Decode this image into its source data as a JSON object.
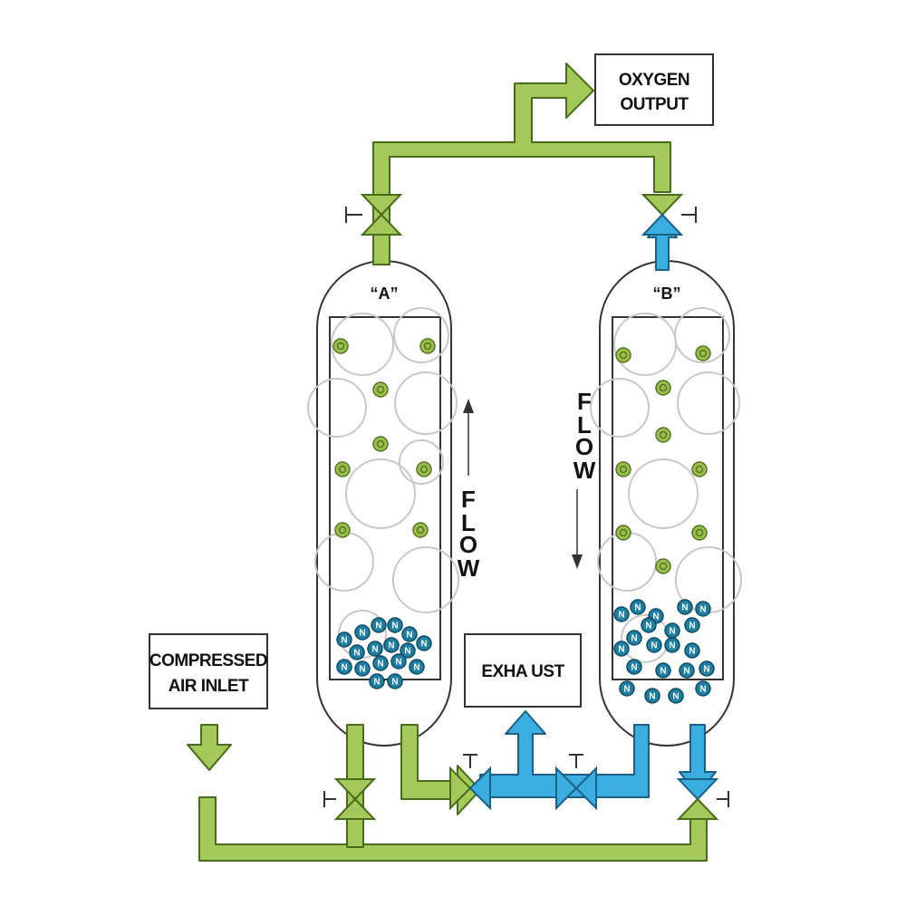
{
  "labels": {
    "oxygen_output_line1": "OXYGEN",
    "oxygen_output_line2": "OUTPUT",
    "compressed_air_line1": "COMPRESSED",
    "compressed_air_line2": "AIR INLET",
    "exhaust": "EXHA UST",
    "tank_a": "“A”",
    "tank_b": "“B”",
    "flow_a": [
      "F",
      "L",
      "O",
      "W"
    ],
    "flow_b": [
      "F",
      "L",
      "O",
      "W"
    ],
    "nitrogen_symbol": "N"
  },
  "colors": {
    "green_fill": "#a3c95a",
    "green_stroke": "#4a6b1a",
    "blue_fill": "#3aaee0",
    "blue_stroke": "#1a5f85",
    "molecule_fill": "#1f7fa3",
    "oxygen_dot": "#9bc04a",
    "outline": "#333333"
  }
}
